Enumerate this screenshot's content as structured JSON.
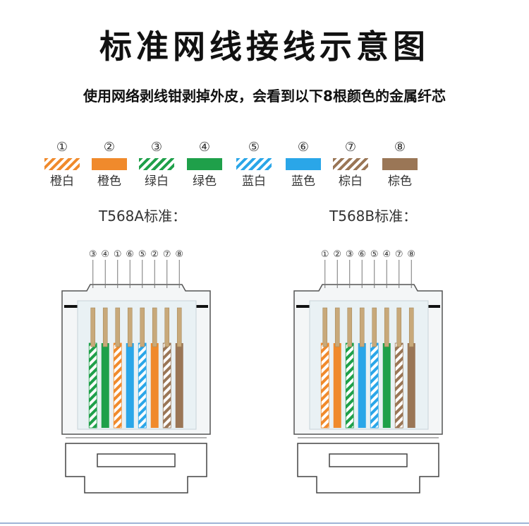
{
  "title": "标准网线接线示意图",
  "subtitle": "使用网络剥线钳剥掉外皮，会看到以下8根颜色的金属纤芯",
  "colors": {
    "orange": "#f08a2c",
    "green": "#1fa04a",
    "blue": "#2aa6e8",
    "brown": "#9a7656"
  },
  "legend": [
    {
      "num": "①",
      "label": "橙白",
      "color": "#f08a2c",
      "striped": true
    },
    {
      "num": "②",
      "label": "橙色",
      "color": "#f08a2c",
      "striped": false
    },
    {
      "num": "③",
      "label": "绿白",
      "color": "#1fa04a",
      "striped": true
    },
    {
      "num": "④",
      "label": "绿色",
      "color": "#1fa04a",
      "striped": false
    },
    {
      "num": "⑤",
      "label": "蓝白",
      "color": "#2aa6e8",
      "striped": true
    },
    {
      "num": "⑥",
      "label": "蓝色",
      "color": "#2aa6e8",
      "striped": false
    },
    {
      "num": "⑦",
      "label": "棕白",
      "color": "#9a7656",
      "striped": true
    },
    {
      "num": "⑧",
      "label": "棕色",
      "color": "#9a7656",
      "striped": false
    }
  ],
  "standards": [
    {
      "label": "T568A标准：",
      "order": [
        "③",
        "④",
        "①",
        "⑥",
        "⑤",
        "②",
        "⑦",
        "⑧"
      ]
    },
    {
      "label": "T568B标准：",
      "order": [
        "①",
        "②",
        "③",
        "⑥",
        "⑤",
        "④",
        "⑦",
        "⑧"
      ]
    }
  ]
}
